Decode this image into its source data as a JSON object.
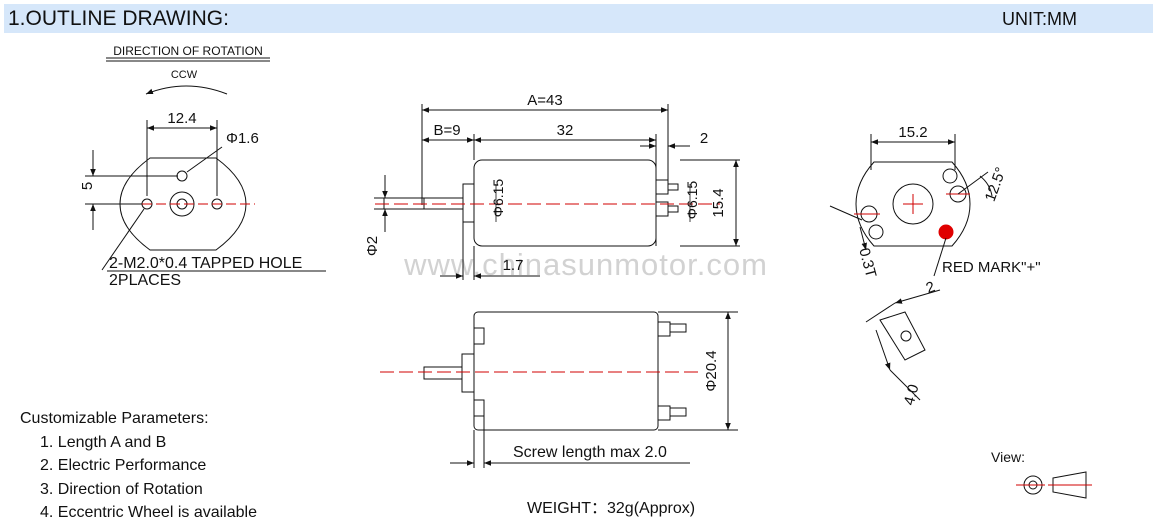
{
  "header": {
    "title": "1.OUTLINE DRAWING:",
    "unit": "UNIT:MM"
  },
  "front_view": {
    "direction_title": "DIRECTION OF ROTATION",
    "direction": "CCW",
    "dim_width": "12.4",
    "dim_hole": "Φ1.6",
    "dim_height": "5",
    "note_line1": "2-M2.0*0.4 TAPPED HOLE",
    "note_line2": "2PLACES"
  },
  "side_view": {
    "dim_a": "A=43",
    "dim_b": "B=9",
    "dim_body": "32",
    "dim_terminal": "2",
    "dim_boss": "Φ6.15",
    "dim_boss_right": "Φ6.15",
    "dim_height": "15.4",
    "dim_shaft": "Φ2",
    "dim_step": "1.7"
  },
  "watermark": "www.chinasunmotor.com",
  "rear_view": {
    "dim_width": "15.2",
    "dim_angle": "12.5°",
    "dim_thickness": "0.3T",
    "red_mark": "RED MARK\"+\"",
    "dim_terminal_w": "2",
    "dim_terminal_l": "4.0",
    "red_mark_color": "#e00000"
  },
  "top_view": {
    "dim_diameter": "Φ20.4",
    "screw_note": "Screw length max 2.0"
  },
  "params": {
    "title": "Customizable Parameters:",
    "items": [
      "1. Length A and B",
      "2. Electric Performance",
      "3. Direction of Rotation",
      "4. Eccentric Wheel is available"
    ]
  },
  "weight": "WEIGHT：32g(Approx)",
  "view_label": "View:"
}
